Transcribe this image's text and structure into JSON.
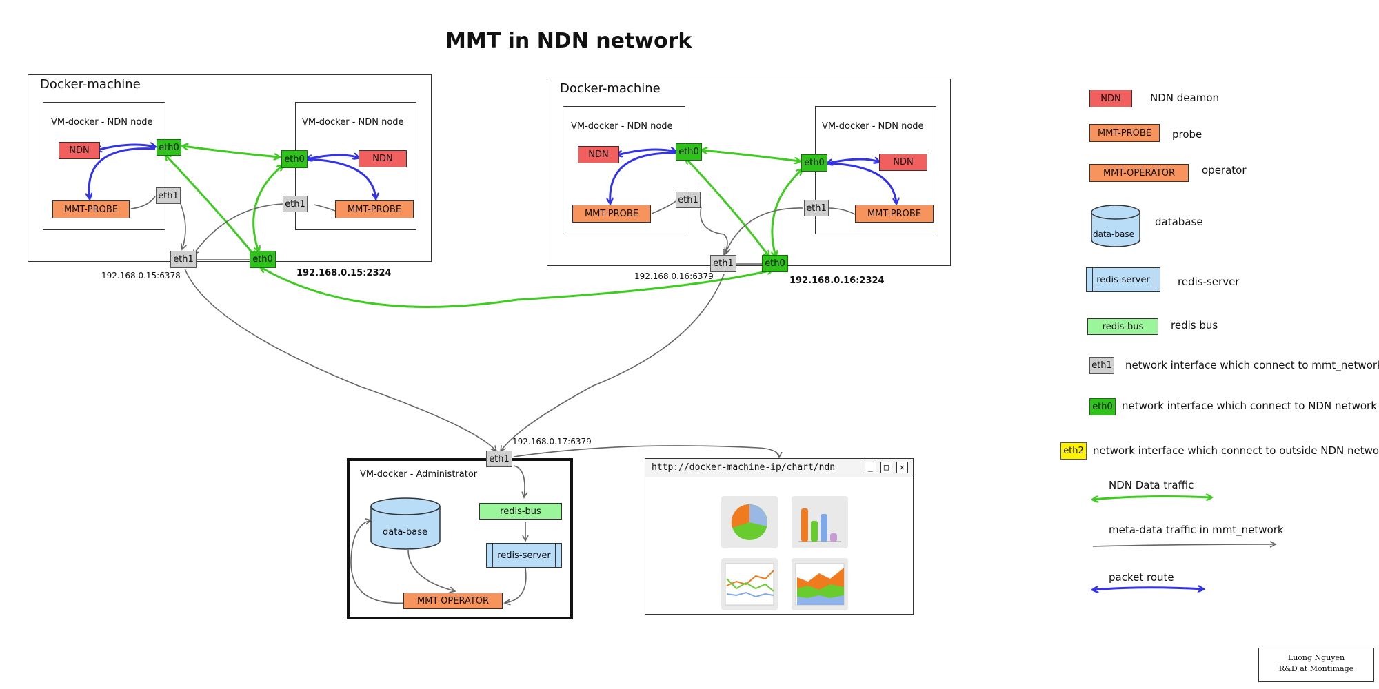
{
  "title": "MMT in NDN network",
  "docker_machine_label": "Docker-machine",
  "vm_ndn_node_label": "VM-docker - NDN node",
  "vm_admin_label": "VM-docker - Administrator",
  "components": {
    "ndn": "NDN",
    "mmt_probe": "MMT-PROBE",
    "mmt_operator": "MMT-OPERATOR",
    "eth0": "eth0",
    "eth1": "eth1",
    "eth2": "eth2",
    "database": "data-base",
    "redis_server": "redis-server",
    "redis_bus": "redis-bus"
  },
  "ips": {
    "left_eth1": "192.168.0.15:6378",
    "left_eth0": "192.168.0.15:2324",
    "right_eth1": "192.168.0.16:6379",
    "right_eth0": "192.168.0.16:2324",
    "admin_eth1": "192.168.0.17:6379"
  },
  "browser": {
    "url": "http://docker-machine-ip/chart/ndn",
    "buttons": [
      "_",
      "□",
      "✕"
    ]
  },
  "legend": {
    "ndn_desc": "NDN deamon",
    "probe_desc": "probe",
    "operator_desc": "operator",
    "database_desc": "database",
    "redis_server_desc": "redis-server",
    "redis_bus_desc": "redis bus",
    "eth1_desc": "network interface which connect to mmt_network",
    "eth0_desc": "network interface which connect to NDN network",
    "eth2_desc": "network interface which connect to outside NDN network",
    "ndn_traffic": "NDN Data traffic",
    "meta_traffic": "meta-data traffic in mmt_network",
    "packet_route": "packet route"
  },
  "colors": {
    "ndn": "#f25f5f",
    "probe": "#f7935c",
    "eth0": "#2ec21b",
    "eth1": "#cfcfcf",
    "eth2": "#fff200",
    "redis_bus": "#9bf59b",
    "database": "#b9dcf7",
    "ndn_traffic": "#3dcc1f",
    "meta_traffic": "#666666",
    "packet_route": "#3333ee"
  },
  "signature": {
    "name": "Luong Nguyen",
    "org": "R&D at Montimage"
  }
}
